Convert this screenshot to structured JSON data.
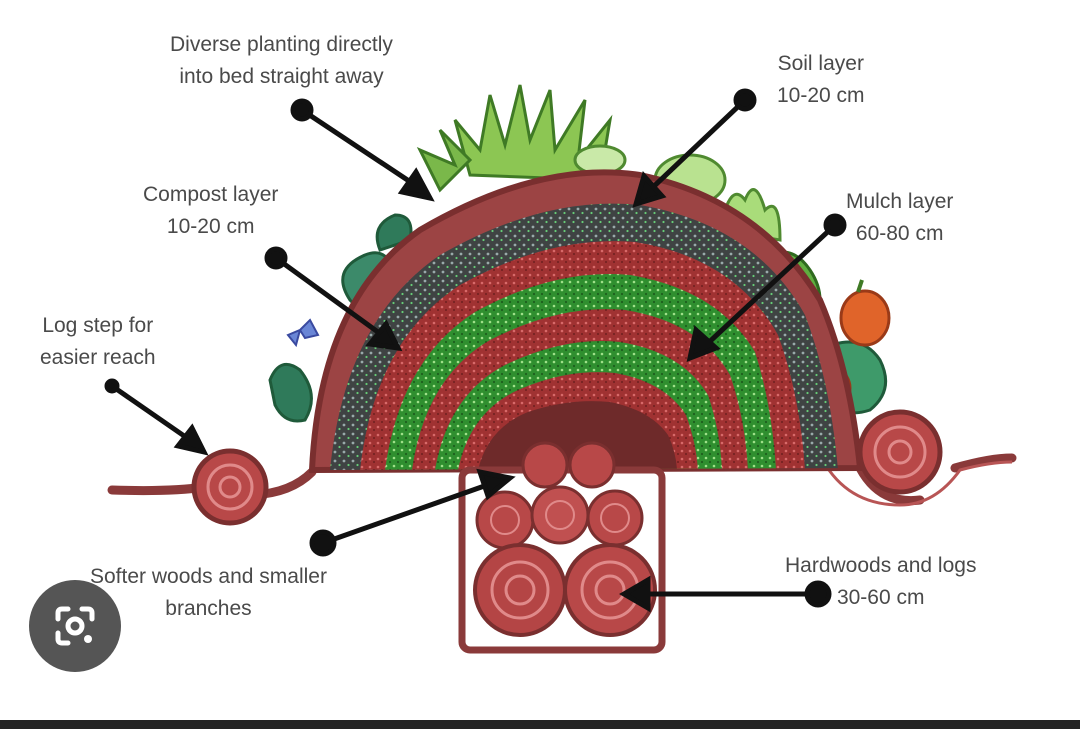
{
  "diagram": {
    "labels": {
      "diverse_planting": [
        "Diverse planting directly",
        "into bed straight away"
      ],
      "soil_layer": [
        "Soil layer",
        "10-20 cm"
      ],
      "compost_layer": [
        "Compost layer",
        "10-20 cm"
      ],
      "mulch_layer": [
        "Mulch layer",
        "60-80 cm"
      ],
      "log_step": [
        "Log step for",
        "easier reach"
      ],
      "softer_woods": [
        "Softer woods and smaller",
        "branches"
      ],
      "hardwoods": [
        "Hardwoods and logs",
        "30-60 cm"
      ]
    }
  },
  "overlay": {
    "lens_button_icon": "google-lens-icon"
  },
  "colors": {
    "outline": "#8a3a3a",
    "soil_fill": "#9c4444",
    "compost_dark": "#4f5050",
    "green_layer": "#3a9a3a",
    "red_layer": "#a83535",
    "foliage": "#7fc24a",
    "pumpkin": "#e0642a",
    "text": "#4a4a4a",
    "bottom_bar": "#232323"
  }
}
